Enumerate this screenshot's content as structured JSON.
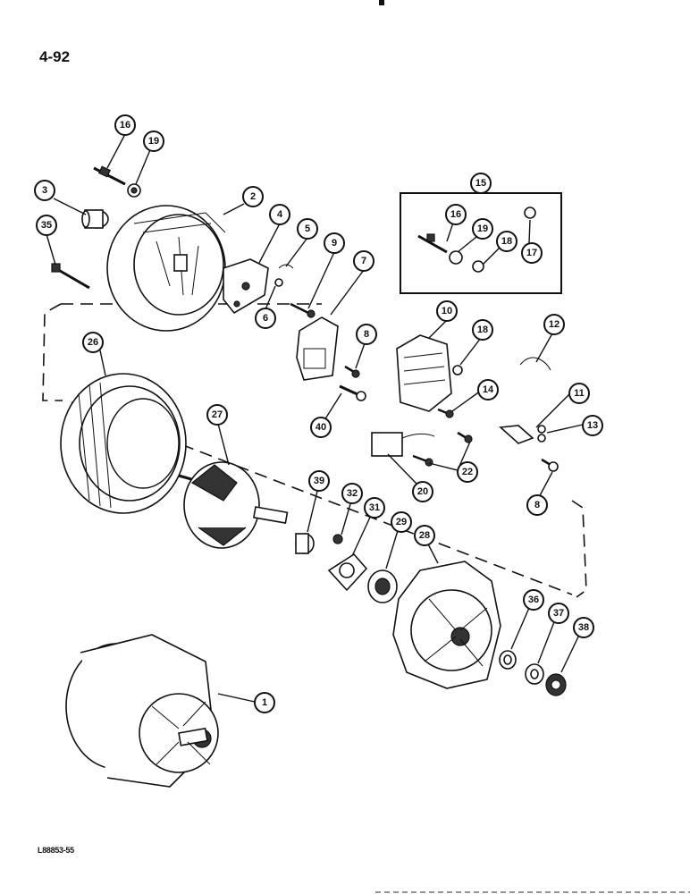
{
  "page_number": "4-92",
  "figure_code": "L88853-55",
  "callouts": [
    {
      "label": "16",
      "target": "bolt"
    },
    {
      "label": "19",
      "target": "nut"
    },
    {
      "label": "3",
      "target": "bushing"
    },
    {
      "label": "35",
      "target": "bolt"
    },
    {
      "label": "2",
      "target": "end-frame"
    },
    {
      "label": "4",
      "target": "bracket"
    },
    {
      "label": "5",
      "target": "clip"
    },
    {
      "label": "6",
      "target": "washer"
    },
    {
      "label": "9",
      "target": "screw"
    },
    {
      "label": "7",
      "target": "brush-holder"
    },
    {
      "label": "15",
      "target": "hardware-kit"
    },
    {
      "label": "16",
      "target": "bolt"
    },
    {
      "label": "19",
      "target": "nut"
    },
    {
      "label": "18",
      "target": "nut"
    },
    {
      "label": "17",
      "target": "nut"
    },
    {
      "label": "10",
      "target": "rectifier"
    },
    {
      "label": "12",
      "target": "wire-lead"
    },
    {
      "label": "8",
      "target": "screw"
    },
    {
      "label": "18",
      "target": "nut"
    },
    {
      "label": "40",
      "target": "screw"
    },
    {
      "label": "14",
      "target": "screw"
    },
    {
      "label": "11",
      "target": "terminal"
    },
    {
      "label": "13",
      "target": "nut"
    },
    {
      "label": "26",
      "target": "stator"
    },
    {
      "label": "27",
      "target": "rotor"
    },
    {
      "label": "22",
      "target": "screw"
    },
    {
      "label": "20",
      "target": "regulator"
    },
    {
      "label": "8",
      "target": "screw"
    },
    {
      "label": "39",
      "target": "bearing"
    },
    {
      "label": "32",
      "target": "screw"
    },
    {
      "label": "31",
      "target": "retainer-plate"
    },
    {
      "label": "29",
      "target": "bearing"
    },
    {
      "label": "28",
      "target": "drive-end-frame"
    },
    {
      "label": "36",
      "target": "spacer"
    },
    {
      "label": "37",
      "target": "washer"
    },
    {
      "label": "38",
      "target": "nut"
    },
    {
      "label": "1",
      "target": "alternator-assembly"
    }
  ]
}
